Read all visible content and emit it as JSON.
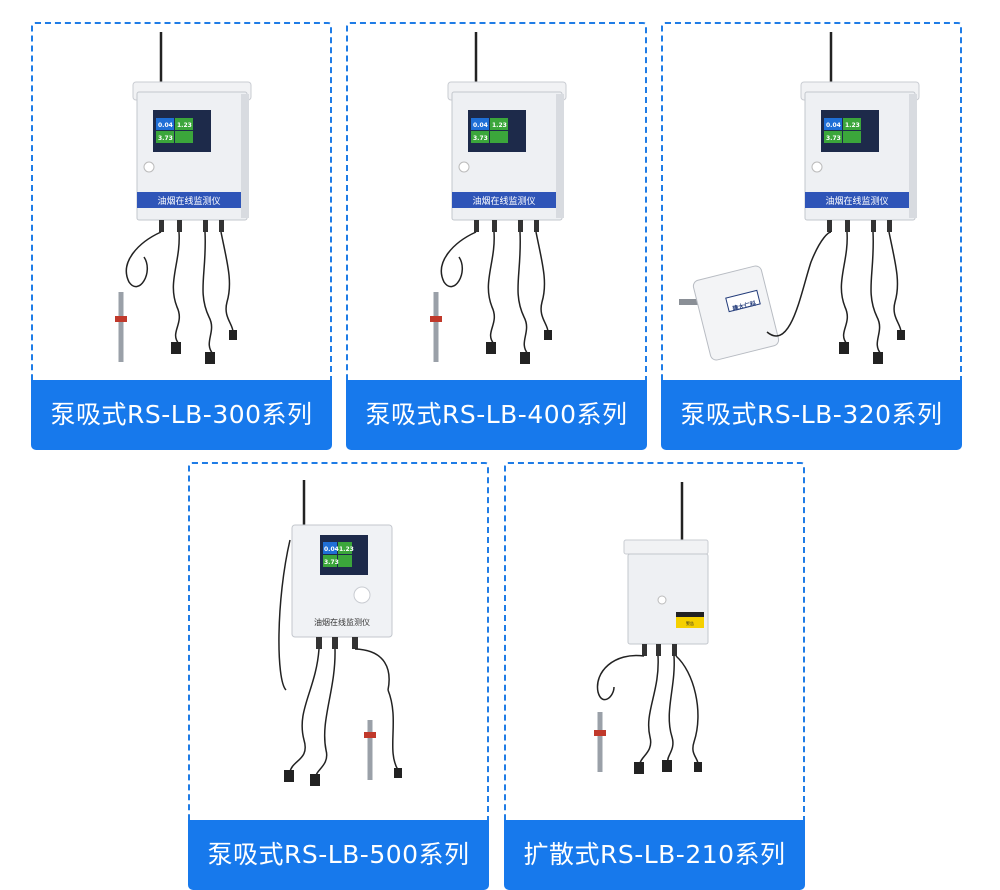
{
  "products": [
    {
      "label": "泵吸式RS-LB-300系列",
      "device_band": "油烟在线监测仪",
      "screen": {
        "v1": "0.04",
        "v2": "1.23",
        "v3": "3.73"
      }
    },
    {
      "label": "泵吸式RS-LB-400系列",
      "device_band": "油烟在线监测仪",
      "screen": {
        "v1": "0.04",
        "v2": "1.23",
        "v3": "3.73"
      }
    },
    {
      "label": "泵吸式RS-LB-320系列",
      "device_band": "油烟在线监测仪",
      "screen": {
        "v1": "0.04",
        "v2": "1.23",
        "v3": "3.73"
      },
      "sensor_brand": "建大仁科"
    },
    {
      "label": "泵吸式RS-LB-500系列",
      "device_band": "油烟在线监测仪",
      "screen": {
        "v1": "0.04",
        "v2": "1.23",
        "v3": "3.73"
      }
    },
    {
      "label": "扩散式RS-LB-210系列",
      "warning_label": "警告"
    }
  ],
  "colors": {
    "accent": "#1779ec",
    "frame": "#1f7ce6",
    "band": "#2f55b8",
    "screen_blue": "#1f6fd6",
    "screen_green": "#3ba63b"
  }
}
